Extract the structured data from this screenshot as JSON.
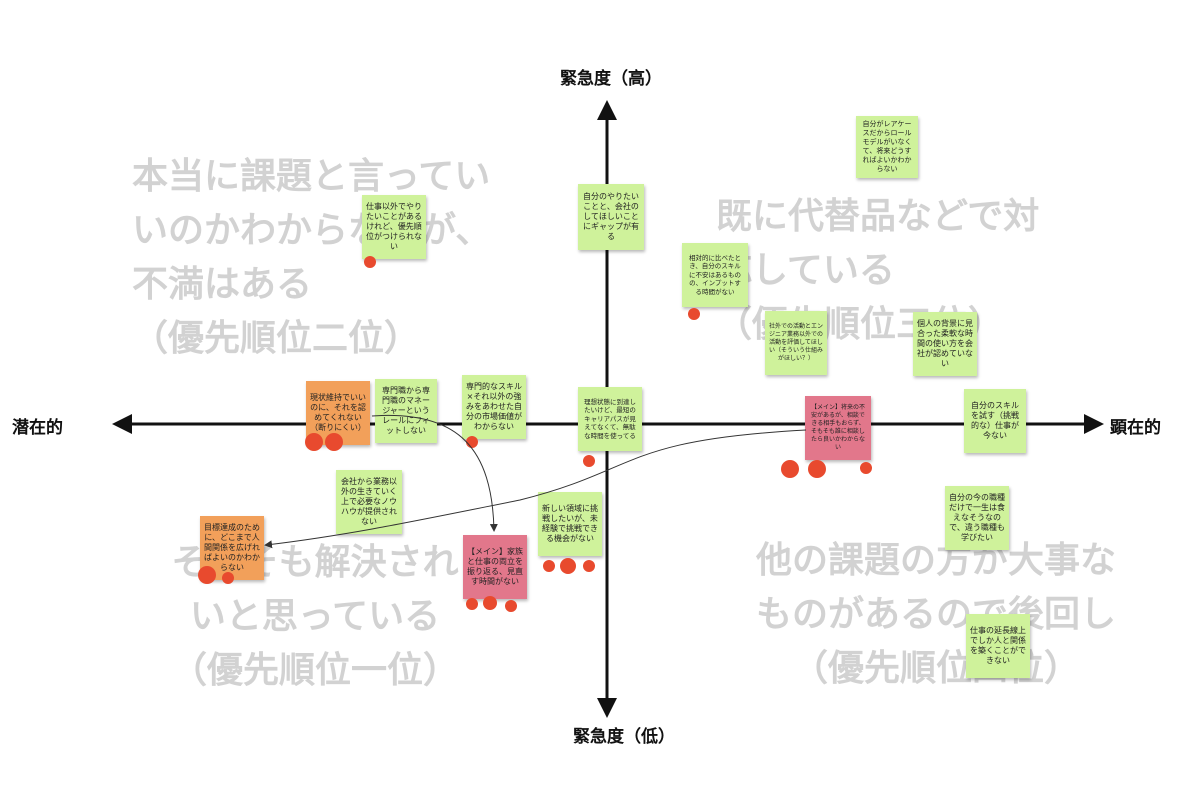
{
  "axes": {
    "top_label": "緊急度（高）",
    "bottom_label": "緊急度（低）",
    "left_label": "潜在的",
    "right_label": "顕在的"
  },
  "quadrants": {
    "top_left": "本当に課題と言ってい\nいのかわからないが、\n不満はある\n（優先順位二位）",
    "top_right": "既に代替品などで対\n応している\n（優先順位三位）",
    "bottom_left": "そもそも解決され\nいと思っている\n（優先順位一位）",
    "bottom_right": "他の課題の方が大事な\nものがあるので後回し\n（優先順位四位）"
  },
  "stickies": [
    {
      "id": "s1",
      "color": "green",
      "text": "仕事以外でやりたいことがあるけれど、優先順位がつけられない"
    },
    {
      "id": "s2",
      "color": "green",
      "text": "自分のやりたいことと、会社のしてほしいことにギャップが有る"
    },
    {
      "id": "s3",
      "color": "green",
      "text": "相対的に比べたとき、自分のスキルに不安はあるものの、インプットする時間がない"
    },
    {
      "id": "s4",
      "color": "green",
      "text": "自分がレアケースだからロールモデルがいなくて、将来どうすればよいかわからない"
    },
    {
      "id": "s5",
      "color": "green",
      "text": "社外での活動とエンジニア業務以外での活動を評価してほしい（そういう仕組みがほしい？）"
    },
    {
      "id": "s6",
      "color": "green",
      "text": "個人の背景に見合った柔軟な時間の使い方を会社が認めていない"
    },
    {
      "id": "s7",
      "color": "orange",
      "text": "現状維持でいいのに、それを認めてくれない（断りにくい）"
    },
    {
      "id": "s8",
      "color": "green",
      "text": "専門職から専門職のマネージャーというレールにフィットしない"
    },
    {
      "id": "s9",
      "color": "green",
      "text": "専門的なスキル×それ以外の強みをあわせた自分の市場価値がわからない"
    },
    {
      "id": "s10",
      "color": "green",
      "text": "理想状態に到達したいけど、最短のキャリアパスが見えてなくて、無駄な時間を使ってる"
    },
    {
      "id": "s11",
      "color": "pink",
      "text": "【メイン】将来の不安があるが、相談できる相手もおらず、そもそも誰に相談したら良いかわからない"
    },
    {
      "id": "s12",
      "color": "green",
      "text": "自分のスキルを試す（挑戦的な）仕事が今ない"
    },
    {
      "id": "s13",
      "color": "green",
      "text": "会社から業務以外の生きていく上で必要なノウハウが提供されない"
    },
    {
      "id": "s14",
      "color": "orange",
      "text": "目標達成のために、どこまで人間関係を広げればよいのかわからない"
    },
    {
      "id": "s15",
      "color": "pink",
      "text": "【メイン】家族と仕事の両立を振り返る、見直す時間がない"
    },
    {
      "id": "s16",
      "color": "green",
      "text": "新しい領域に挑戦したいが、未経験で挑戦できる機会がない"
    },
    {
      "id": "s17",
      "color": "green",
      "text": "自分の今の職種だけで一生は食えなそうなので、違う職種も学びたい"
    },
    {
      "id": "s18",
      "color": "green",
      "text": "仕事の延長線上でしか人と関係を築くことができない"
    }
  ],
  "colors": {
    "green": "#cff29b",
    "orange": "#f2a05a",
    "pink": "#e2778b",
    "dot": "#e84a2e",
    "quadrant_text": "#d2d2d2",
    "axis": "#111111"
  }
}
